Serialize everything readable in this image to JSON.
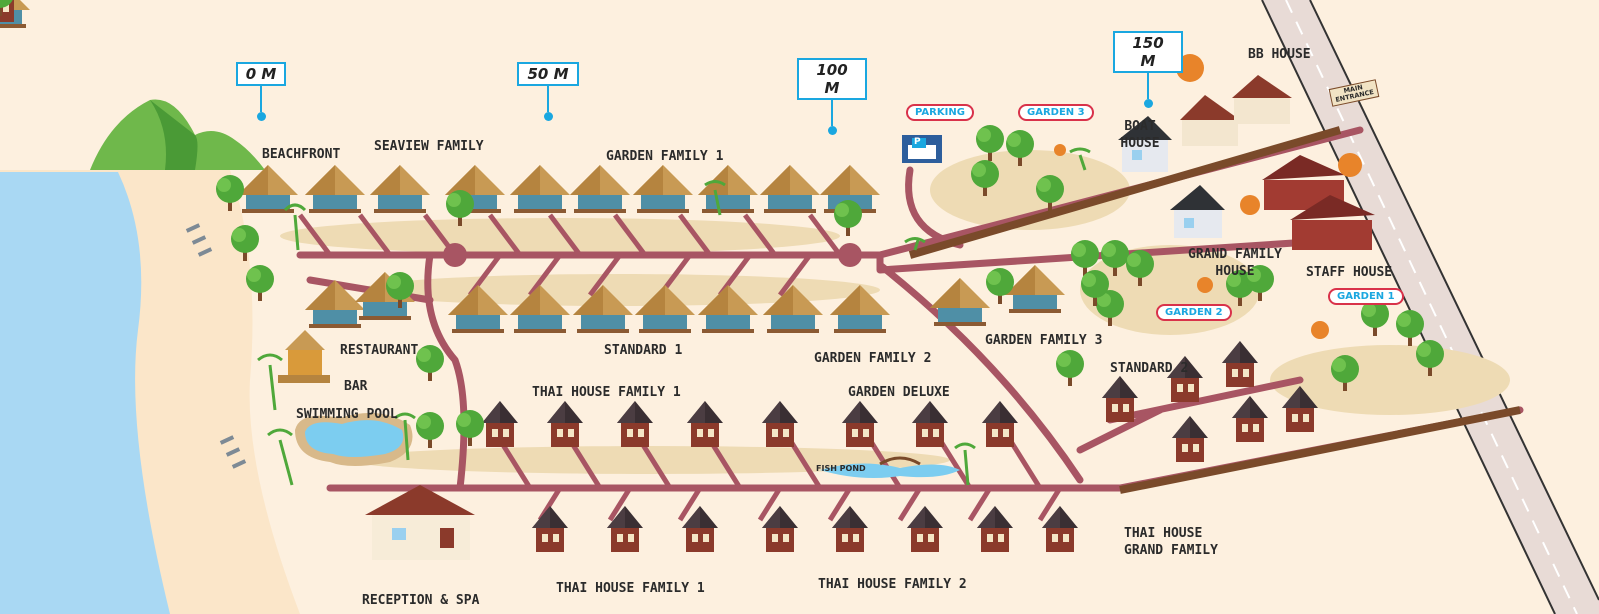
{
  "distance_markers": [
    "0 M",
    "50 M",
    "100 M",
    "150 M"
  ],
  "zones": {
    "beachfront": "BEACHFRONT",
    "seaview_family": "SEAVIEW FAMILY",
    "garden_family_1": "GARDEN FAMILY 1",
    "restaurant": "RESTAURANT",
    "bar": "BAR",
    "swimming_pool": "SWIMMING POOL",
    "standard_1": "STANDARD 1",
    "garden_family_2": "GARDEN FAMILY 2",
    "garden_family_3": "GARDEN FAMILY 3",
    "standard_2": "STANDARD 2",
    "thai_house_family_1_top": "THAI HOUSE FAMILY 1",
    "garden_deluxe": "GARDEN DELUXE",
    "fish_pond": "FISH POND",
    "reception_spa": "RECEPTION & SPA",
    "thai_house_family_1_bottom": "THAI HOUSE FAMILY 1",
    "thai_house_family_2": "THAI HOUSE FAMILY 2",
    "thai_house_grand_family": "THAI HOUSE GRAND FAMILY",
    "boat_house": "BOAT HOUSE",
    "bb_house": "BB HOUSE",
    "grand_family_house": "GRAND FAMILY HOUSE",
    "staff_house": "STAFF HOUSE"
  },
  "tags": {
    "parking": "PARKING",
    "garden_3": "GARDEN 3",
    "garden_2": "GARDEN 2",
    "garden_1": "GARDEN 1"
  },
  "main_entrance": "MAIN ENTRANCE",
  "parking_sign": "P",
  "colors": {
    "sea": "#a9d8f3",
    "sand": "#fbe6c9",
    "path": "#a85563",
    "marker": "#1aa7e0",
    "tag_border": "#d9324a",
    "roof_thatch": "#c89a54",
    "thai_roof": "#3a2f33",
    "thai_wall": "#8b3a2b",
    "tree": "#4fa83a"
  }
}
